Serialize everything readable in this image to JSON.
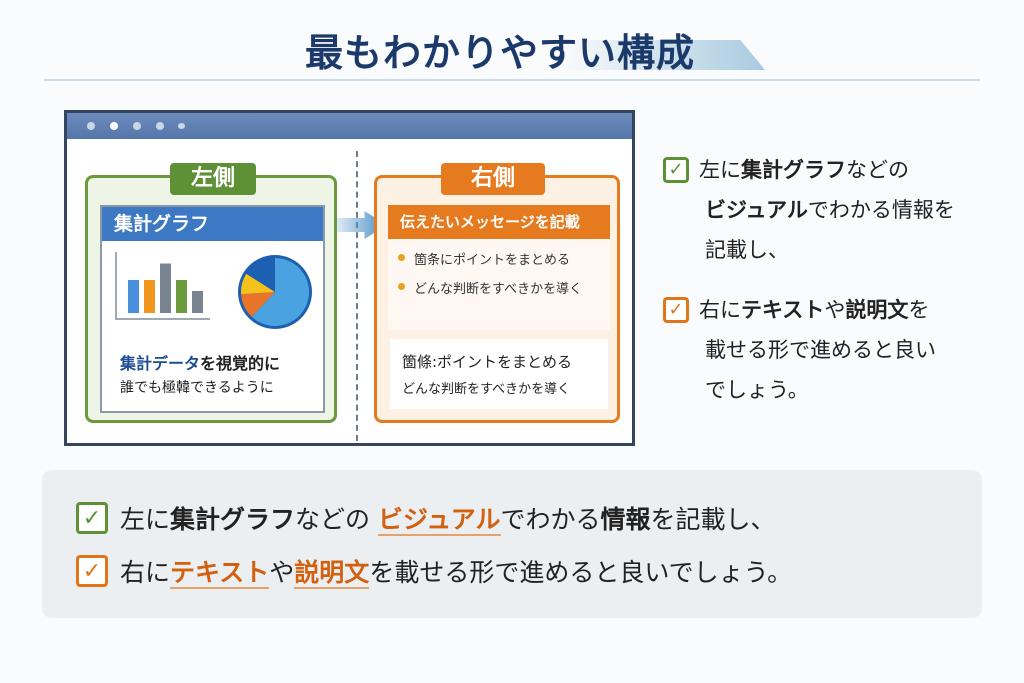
{
  "title": "最もわかりやすい構成",
  "diagram": {
    "left_label": "左側",
    "left_card_header": "集計グラフ",
    "left_caption_strong": "集計データ",
    "left_caption_rest": "を視覚的に",
    "left_caption_line2": "誰でも極韓できるように",
    "bar_values": [
      3,
      3,
      4.5,
      3,
      2
    ],
    "bar_colors": [
      "#4a8fdc",
      "#f0961e",
      "#7a8490",
      "#6a9a3c",
      "#7a8490"
    ],
    "pie_slices": [
      {
        "value": 62,
        "color": "#4aa3e0"
      },
      {
        "value": 12,
        "color": "#e8742a"
      },
      {
        "value": 10,
        "color": "#f5c21b"
      },
      {
        "value": 16,
        "color": "#1d5fb0"
      }
    ],
    "right_label": "右側",
    "right_card_header": "伝えたいメッセージを記載",
    "bullets": [
      "箇条にポイントをまとめる",
      "どんな判断をすべきかを導く"
    ],
    "note_line1": "箇條:ポイントをまとめる",
    "note_line2": "どんな判断をすべきかを導く"
  },
  "side_points": [
    {
      "check": "✓",
      "lines": [
        [
          "左に",
          "集計グラフ",
          "などの"
        ],
        [
          "",
          "ビジュアル",
          "でわかる情報を"
        ],
        [
          "記載し、",
          "",
          ""
        ]
      ]
    },
    {
      "check": "✓",
      "lines": [
        [
          "右に",
          "テキスト",
          "や"
        ],
        [
          "",
          "説明文",
          "を"
        ],
        [
          "載せる形で進めると良い",
          "",
          ""
        ],
        [
          "でしょう。",
          "",
          ""
        ]
      ]
    }
  ],
  "summary": [
    {
      "check": "✓",
      "segments": [
        {
          "text": "左に",
          "style": "plain"
        },
        {
          "text": "集計グラフ",
          "style": "em"
        },
        {
          "text": "などの ",
          "style": "plain"
        },
        {
          "text": "ビジュアル",
          "style": "hl"
        },
        {
          "text": "でわかる",
          "style": "plain"
        },
        {
          "text": "情報",
          "style": "em"
        },
        {
          "text": "を記載し、",
          "style": "plain"
        }
      ]
    },
    {
      "check": "✓",
      "segments": [
        {
          "text": "右に",
          "style": "plain"
        },
        {
          "text": "テキスト",
          "style": "hl"
        },
        {
          "text": "や",
          "style": "plain"
        },
        {
          "text": "説明文",
          "style": "hl"
        },
        {
          "text": "を載せる形で進めると良いでしょう。",
          "style": "plain"
        }
      ]
    }
  ],
  "colors": {
    "navy": "#1b3a6b",
    "green": "#6b9a3d",
    "orange": "#e67b1d",
    "blue": "#3c78c3"
  }
}
